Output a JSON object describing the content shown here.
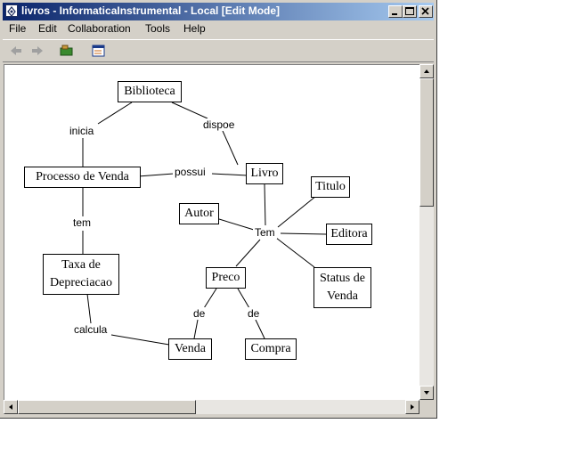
{
  "window": {
    "title": "livros - InformaticaInstrumental - Local  [Edit Mode]"
  },
  "menu": {
    "items": [
      "File",
      "Edit",
      "Collaboration",
      "Tools",
      "Help"
    ]
  },
  "toolbar": {
    "buttons": [
      "back-arrow-icon",
      "forward-arrow-icon",
      "map-icon",
      "view-icon"
    ]
  },
  "concepts": {
    "biblioteca": "Biblioteca",
    "processo": "Processo de Venda",
    "livro": "Livro",
    "titulo": "Titulo",
    "autor": "Autor",
    "editora": "Editora",
    "taxa1": "Taxa de",
    "taxa2": "Depreciacao",
    "preco": "Preco",
    "status1": "Status de",
    "status2": "Venda",
    "venda": "Venda",
    "compra": "Compra"
  },
  "links": {
    "inicia": "inicia",
    "dispoe": "dispoe",
    "possui": "possui",
    "tem1": "tem",
    "tem2": "Tem",
    "de1": "de",
    "de2": "de",
    "calcula": "calcula"
  },
  "colors": {
    "titlebar_start": "#0a246a",
    "titlebar_end": "#a6caf0",
    "chrome": "#d4d0c8"
  }
}
